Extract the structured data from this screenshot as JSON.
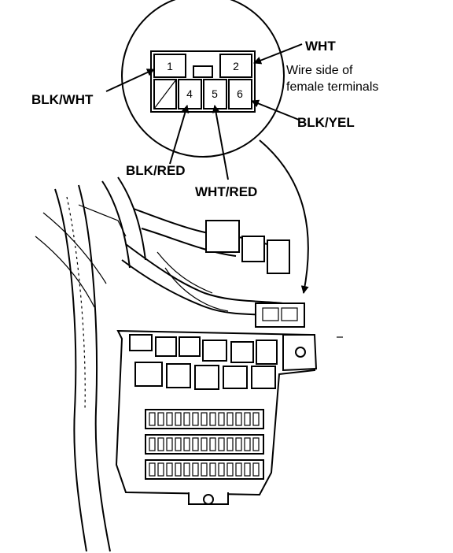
{
  "connector": {
    "pins": [
      "1",
      "2",
      "4",
      "5",
      "6"
    ],
    "note_line1": "Wire side of",
    "note_line2": "female terminals"
  },
  "wires": {
    "blk_wht": "BLK/WHT",
    "wht": "WHT",
    "blk_yel": "BLK/YEL",
    "blk_red": "BLK/RED",
    "wht_red": "WHT/RED"
  }
}
